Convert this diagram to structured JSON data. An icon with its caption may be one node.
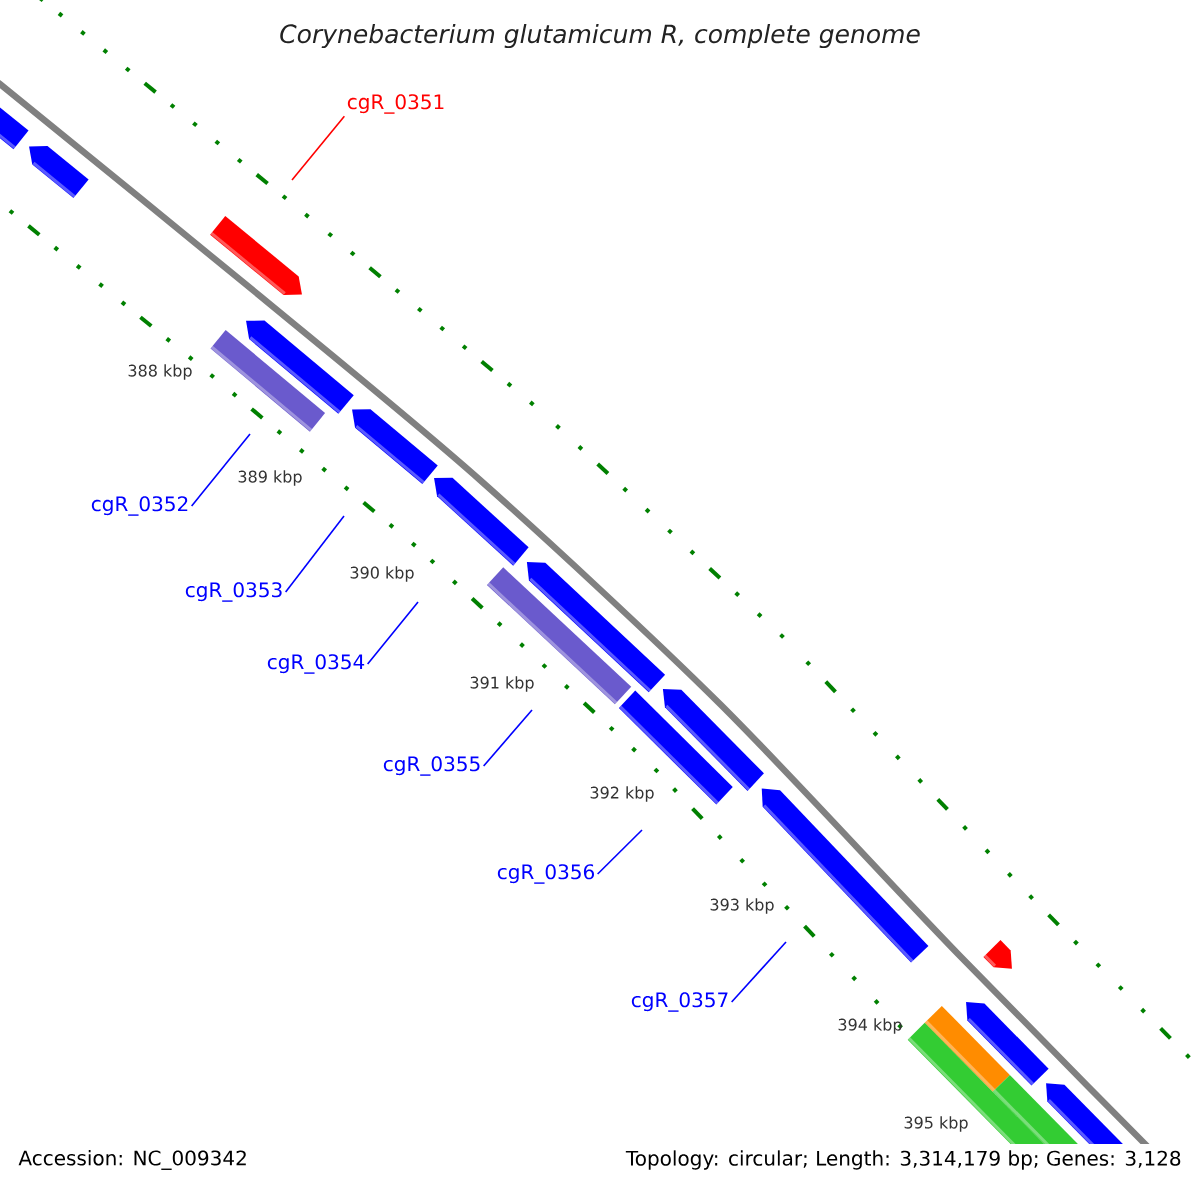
{
  "diagram": {
    "title": "Corynebacterium glutamicum R, complete genome",
    "nodes": [
      {
        "text": [
          "cgR_0351"
        ]
      },
      {
        "text": [
          "cgR_0352"
        ]
      },
      {
        "text": [
          "cgR_0353"
        ]
      },
      {
        "text": [
          "cgR_0354"
        ]
      },
      {
        "text": [
          "cgR_0355"
        ]
      },
      {
        "text": [
          "cgR_0356"
        ]
      },
      {
        "text": [
          "cgR_0357"
        ]
      }
    ],
    "edges": [
      {
        "from": 0,
        "to": null,
        "arrow": "none",
        "color": "#ff0000"
      },
      {
        "from": 1,
        "to": null,
        "arrow": "none"
      },
      {
        "from": 2,
        "to": null,
        "arrow": "none"
      },
      {
        "from": 3,
        "to": null,
        "arrow": "none"
      },
      {
        "from": 4,
        "to": null,
        "arrow": "none"
      },
      {
        "from": 5,
        "to": null,
        "arrow": "none"
      },
      {
        "from": 6,
        "to": null,
        "arrow": "none"
      }
    ],
    "labels": [
      "388 kbp",
      "389 kbp",
      "390 kbp",
      "391 kbp",
      "392 kbp",
      "393 kbp",
      "394 kbp",
      "395 kbp",
      "Accession: NC_009342",
      "Topology: circular; Length: 3,314,179 bp; Genes: 3,128"
    ]
  }
}
